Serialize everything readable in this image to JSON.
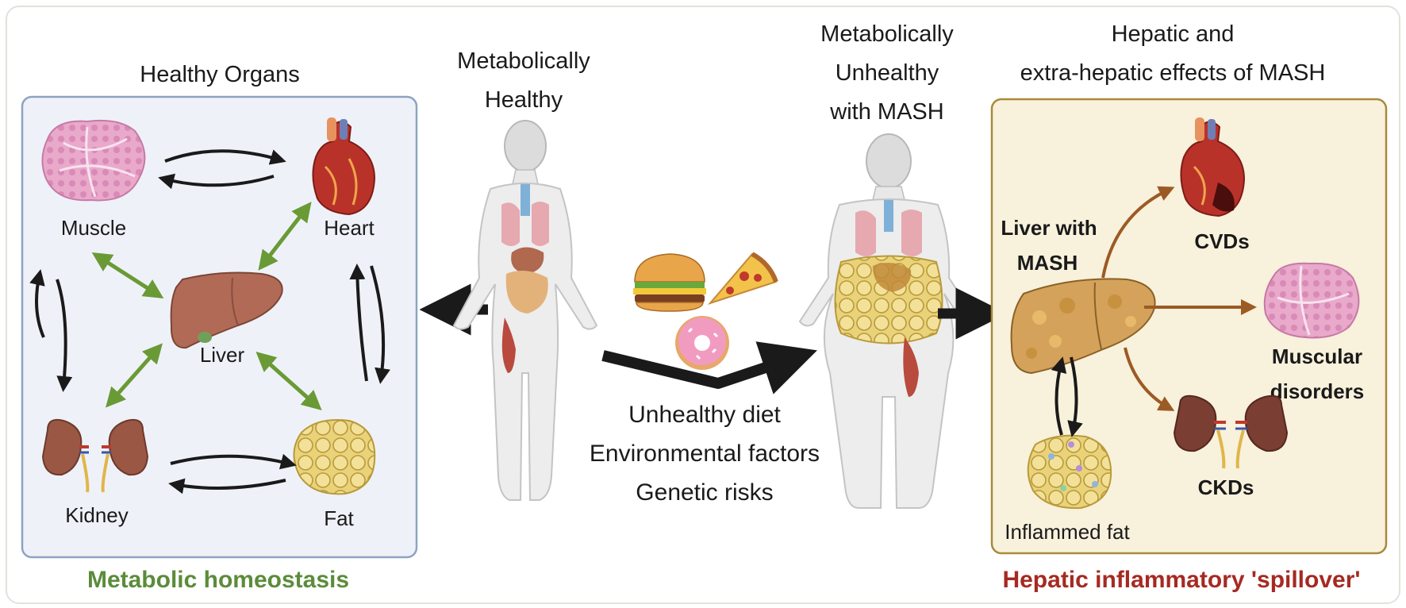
{
  "left_panel": {
    "title": "Healthy Organs",
    "organs": {
      "muscle": "Muscle",
      "heart": "Heart",
      "liver": "Liver",
      "kidney": "Kidney",
      "fat": "Fat"
    },
    "caption": "Metabolic homeostasis"
  },
  "healthy_person": {
    "label_line1": "Metabolically",
    "label_line2": "Healthy"
  },
  "risk_factors": {
    "line1": "Unhealthy diet",
    "line2": "Environmental factors",
    "line3": "Genetic risks"
  },
  "unhealthy_person": {
    "label_line1": "Metabolically",
    "label_line2": "Unhealthy",
    "label_line3": "with MASH"
  },
  "right_panel": {
    "title_line1": "Hepatic and",
    "title_line2": "extra-hepatic effects of MASH",
    "liver_line1": "Liver with",
    "liver_line2": "MASH",
    "cvds": "CVDs",
    "muscular_line1": "Muscular",
    "muscular_line2": "disorders",
    "ckds": "CKDs",
    "inflamed_fat": "Inflammed fat",
    "caption": "Hepatic inflammatory 'spillover'"
  },
  "colors": {
    "left_panel_bg": "#eef2f8",
    "left_panel_border": "#8ea3c2",
    "right_panel_bg": "#f8f1dc",
    "right_panel_border": "#a88a3c",
    "green_text": "#5b8c3a",
    "green_arrow": "#6a9a35",
    "red_text": "#a52a22",
    "brown_arrow": "#9c5a24"
  }
}
